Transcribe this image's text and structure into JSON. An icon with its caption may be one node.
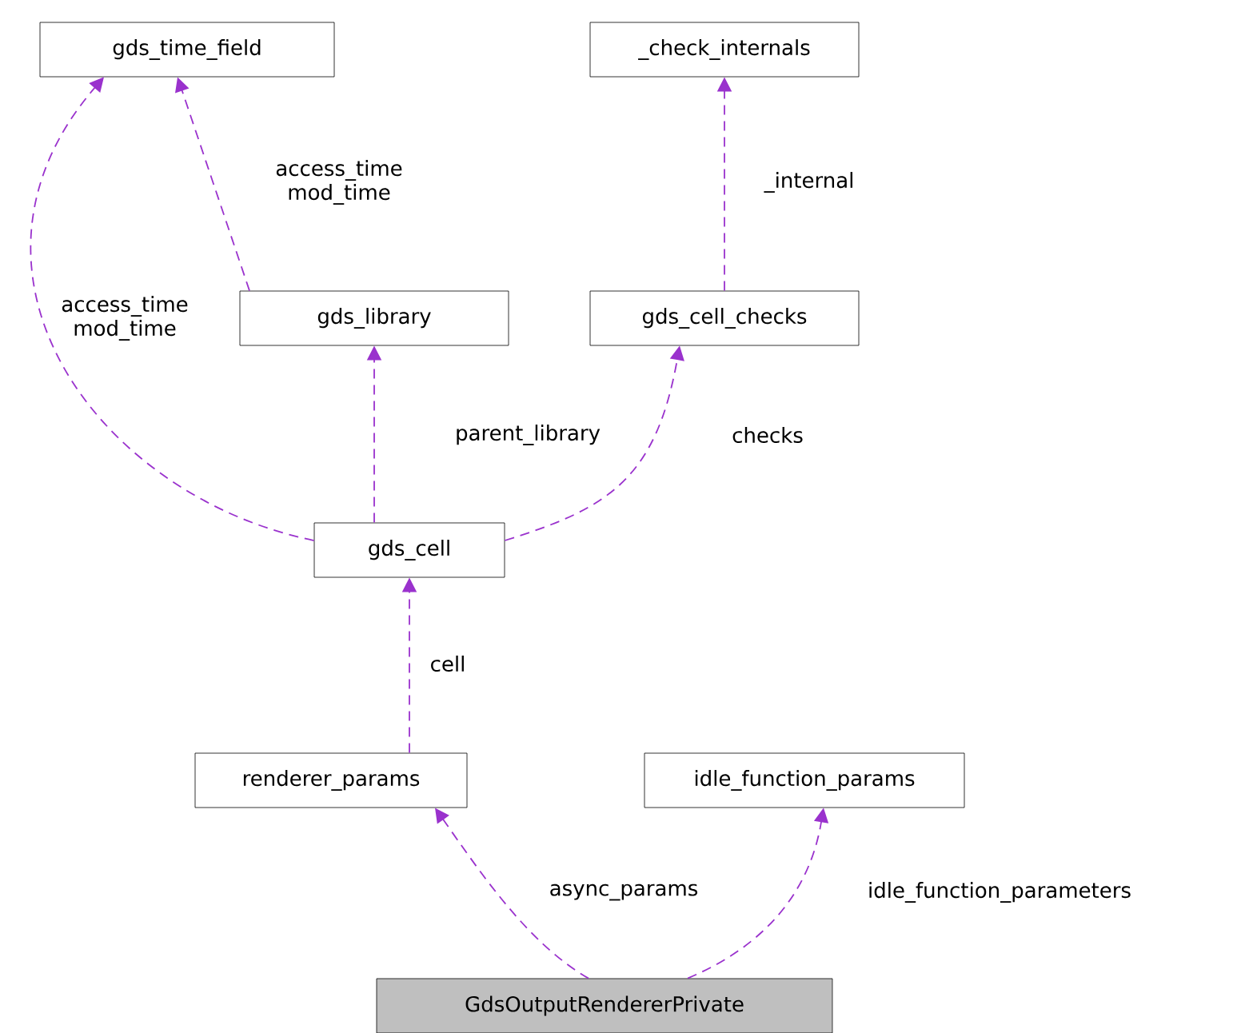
{
  "diagram": {
    "nodes": [
      {
        "text": [
          "gds_time_field"
        ]
      },
      {
        "text": [
          "_check_internals"
        ]
      },
      {
        "text": [
          "gds_library"
        ]
      },
      {
        "text": [
          "gds_cell_checks"
        ]
      },
      {
        "text": [
          "gds_cell"
        ]
      },
      {
        "text": [
          "renderer_params"
        ]
      },
      {
        "text": [
          "idle_function_params"
        ]
      },
      {
        "text": [
          "GdsOutputRendererPrivate"
        ]
      }
    ],
    "edges": [
      {
        "from": 4,
        "to": 0,
        "arrow": "to",
        "style": "dashed",
        "label": "access_time mod_time"
      },
      {
        "from": 2,
        "to": 0,
        "arrow": "to",
        "style": "dashed",
        "label": "access_time mod_time"
      },
      {
        "from": 3,
        "to": 1,
        "arrow": "to",
        "style": "dashed",
        "label": "_internal"
      },
      {
        "from": 4,
        "to": 2,
        "arrow": "to",
        "style": "dashed",
        "label": "parent_library"
      },
      {
        "from": 4,
        "to": 3,
        "arrow": "to",
        "style": "dashed",
        "label": "checks"
      },
      {
        "from": 5,
        "to": 4,
        "arrow": "to",
        "style": "dashed",
        "label": "cell"
      },
      {
        "from": 7,
        "to": 5,
        "arrow": "to",
        "style": "dashed",
        "label": "async_params"
      },
      {
        "from": 7,
        "to": 6,
        "arrow": "to",
        "style": "dashed",
        "label": "idle_function_parameters"
      }
    ]
  }
}
